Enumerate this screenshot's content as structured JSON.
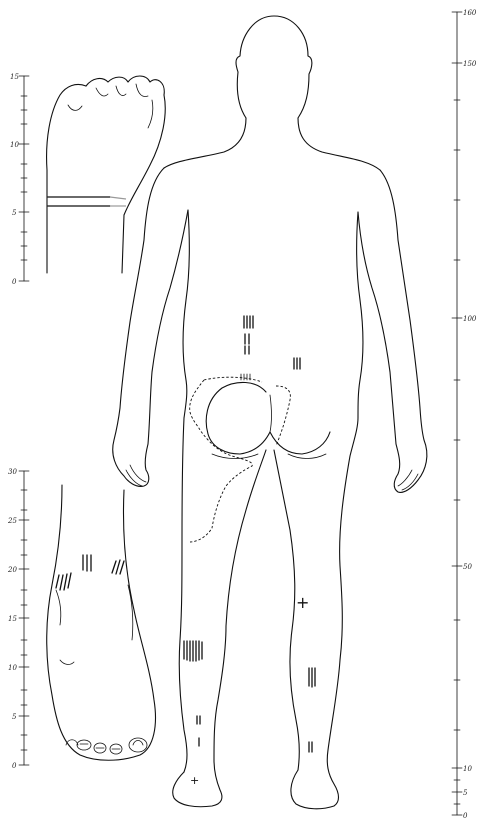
{
  "scales": {
    "hand": {
      "ticks": [
        "15",
        "10",
        "5",
        "0"
      ]
    },
    "foot": {
      "ticks": [
        "30",
        "25",
        "20",
        "15",
        "10",
        "5",
        "0"
      ]
    },
    "body": {
      "ticks": [
        "160",
        "150",
        "100",
        "50",
        "10",
        "5",
        "0"
      ]
    }
  },
  "annotations": {
    "plus_glyph": "+"
  }
}
